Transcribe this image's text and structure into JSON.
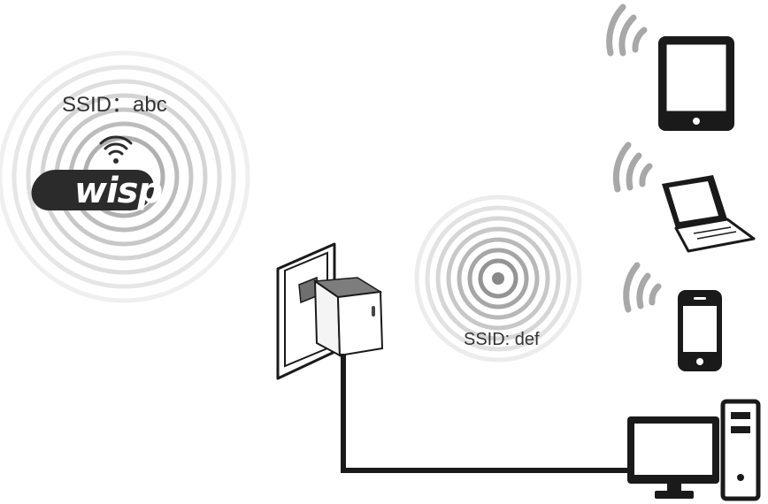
{
  "wisp_network": {
    "ssid_label": "SSID：abc",
    "logo_text": "wisp",
    "logo_icon": "wifi-signal-icon"
  },
  "local_network": {
    "ssid_label": "SSID: def"
  },
  "devices": [
    {
      "name": "tablet",
      "icon": "tablet-icon",
      "connection": "wireless"
    },
    {
      "name": "laptop",
      "icon": "laptop-icon",
      "connection": "wireless"
    },
    {
      "name": "smartphone",
      "icon": "smartphone-icon",
      "connection": "wireless"
    },
    {
      "name": "desktop-computer",
      "icon": "desktop-computer-icon",
      "connection": "wired"
    }
  ],
  "router": {
    "icon": "travel-router-icon",
    "mount": "wall-outlet-icon"
  },
  "colors": {
    "ring": "#d0d0d0",
    "ring_dark": "#7a7a7a",
    "line": "#1a1a1a",
    "logo": "#2b2b2b"
  }
}
